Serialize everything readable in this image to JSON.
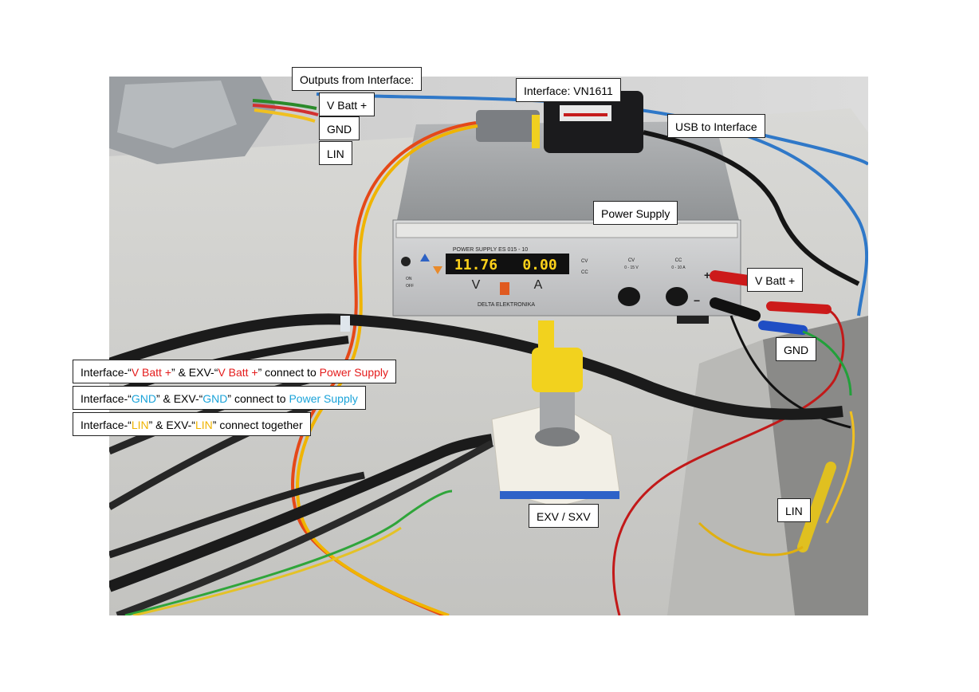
{
  "labels": {
    "outputs": "Outputs from Interface:",
    "vbatt_out": "V Batt +",
    "gnd_out": "GND",
    "lin_out": "LIN",
    "interface": "Interface: VN1611",
    "usb": "USB to Interface",
    "power_supply": "Power Supply",
    "vbatt_ps": "V Batt +",
    "gnd_ps": "GND",
    "lin_right": "LIN",
    "exv": "EXV / SXV"
  },
  "instructions": {
    "line1": {
      "prefix": "Interface-“",
      "sig1": "V Batt +",
      "mid": "” & EXV-“",
      "sig2": "V Batt +",
      "tail": "” connect to ",
      "target": "Power Supply"
    },
    "line2": {
      "prefix": "Interface-“",
      "sig1": "GND",
      "mid": "” & EXV-“",
      "sig2": "GND",
      "tail": "” connect to ",
      "target": "Power Supply"
    },
    "line3": {
      "prefix": "Interface-“",
      "sig1": "LIN",
      "mid": "” & EXV-“",
      "sig2": "LIN",
      "tail": "” connect together"
    }
  },
  "device": {
    "panel_title": "POWER SUPPLY   ES 015 - 10",
    "voltage_display": "11.76",
    "current_display": "0.00",
    "unit_v": "V",
    "unit_a": "A",
    "brand": "DELTA ELEKTRONIKA",
    "cv_label": "CV",
    "cv_range": "0 - 15 V",
    "cc_label": "CC",
    "cc_range": "0 - 10 A",
    "plus": "+",
    "minus": "−",
    "on": "ON",
    "off": "OFF"
  },
  "colors": {
    "vbatt": "#e41b1b",
    "gnd": "#1aa3d9",
    "lin": "#f0b400"
  }
}
